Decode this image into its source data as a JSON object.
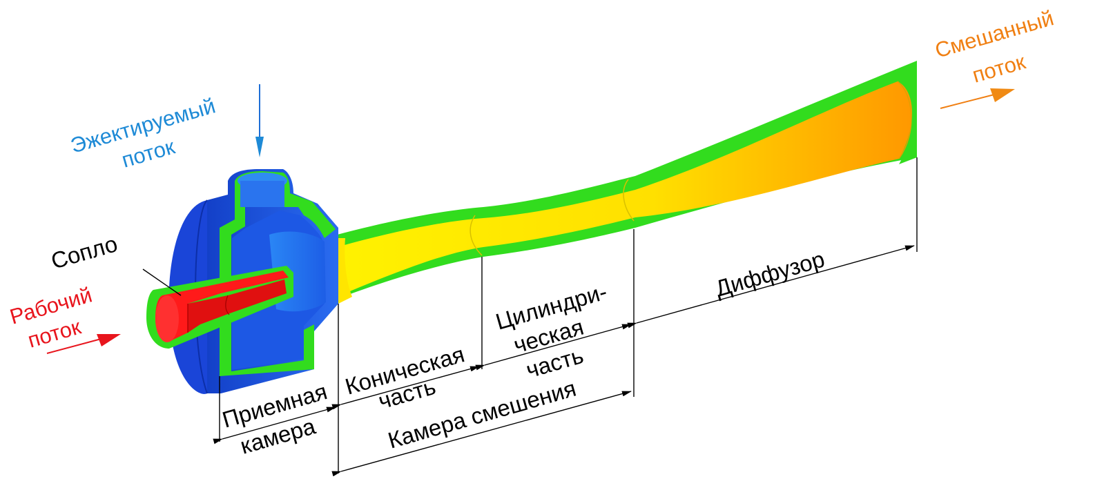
{
  "flows": {
    "ejected": {
      "line1": "Эжектируемый",
      "line2": "поток",
      "color": "#1e8ad6"
    },
    "working": {
      "line1": "Рабочий",
      "line2": "поток",
      "color": "#e8151d"
    },
    "mixed": {
      "line1": "Смешанный",
      "line2": "поток",
      "color": "#f07f12"
    }
  },
  "parts": {
    "nozzle": "Сопло",
    "receiving_chamber": {
      "line1": "Приемная",
      "line2": "камера"
    },
    "conical_part": {
      "line1": "Коническая",
      "line2": "часть"
    },
    "cylindrical_part": {
      "line1": "Цилиндри-",
      "line2": "ческая",
      "line3": "часть"
    },
    "diffuser": "Диффузор",
    "mixing_chamber": "Камера смешения"
  },
  "colors": {
    "body_blue": "#1a56e0",
    "wall_green": "#32dc1e",
    "inner_yellow": "#ffe300",
    "inner_orange": "#ff9a00",
    "nozzle_red": "#ff1a1a"
  }
}
